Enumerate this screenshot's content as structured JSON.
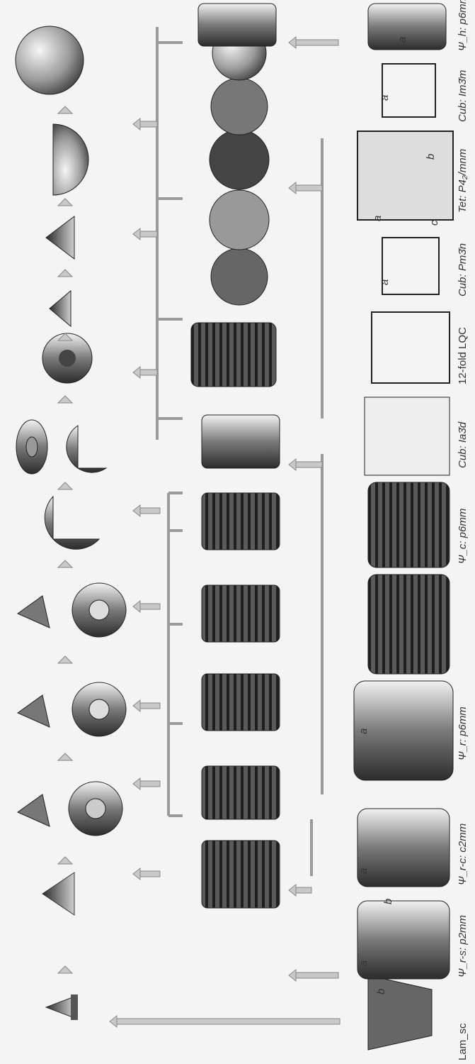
{
  "phase_labels": [
    "Lam_sc",
    "Ψ_r-s: p2mm",
    "Ψ_r-c: c2mm",
    "Ψ_r: p6mm",
    "Ψ_c: p6mm",
    "Cub: Ia3̄d",
    "12-fold LQC",
    "Cub: Pm3̄n",
    "Tet: P4₂/mnm",
    "Cub: Im3̄m",
    "Ψ_h: p6mm"
  ],
  "lattice_markers": {
    "a": "a",
    "b": "b",
    "c": "c"
  },
  "colors": {
    "arrow": "#bdbdbd",
    "arrow_edge": "#8a8a8a",
    "object_dark": "#2e2e2e",
    "object_light": "#d8d8d8"
  }
}
